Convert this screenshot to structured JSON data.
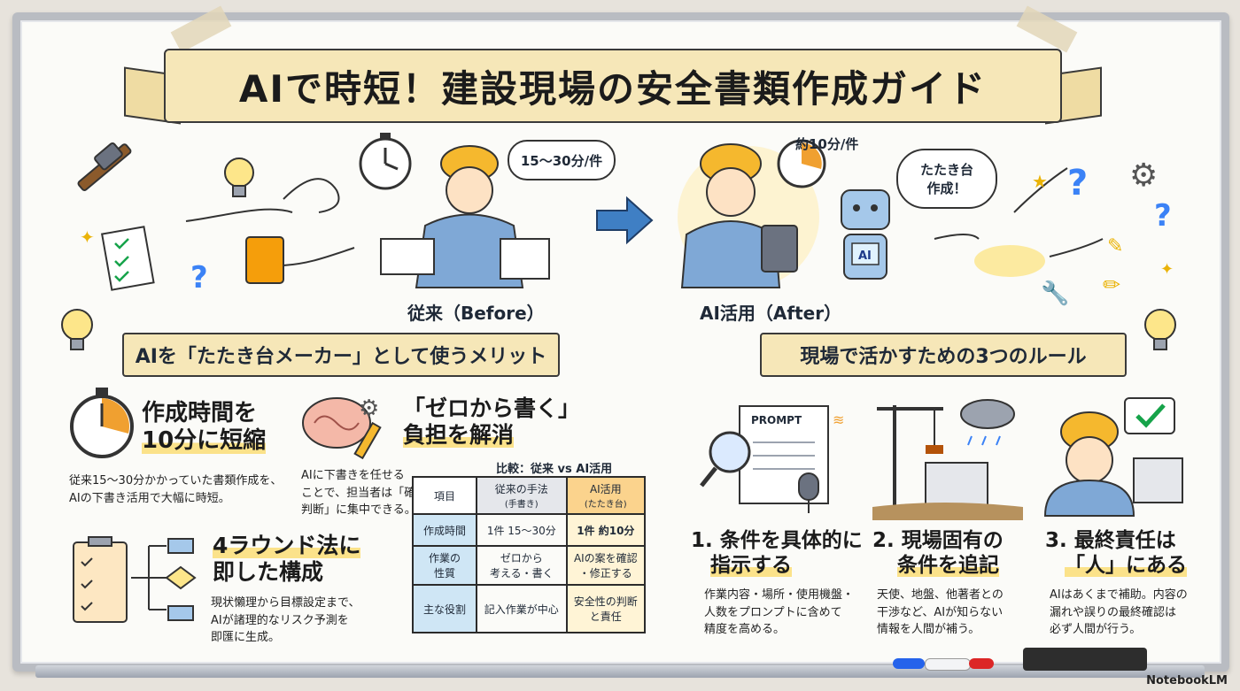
{
  "title": "AIで時短！建設現場の安全書類作成ガイド",
  "before": {
    "bubble": "15〜30分/件",
    "label": "従来（Before）"
  },
  "after": {
    "time": "約10分/件",
    "bubble_line1": "たたき台",
    "bubble_line2": "作成！",
    "label": "AI活用（After）",
    "robot_text": "AI"
  },
  "merits": {
    "section_title": "AIを「たたき台メーカー」として使うメリット",
    "item1": {
      "title_line1": "作成時間を",
      "title_line2": "10分に短縮",
      "desc_line1": "従来15〜30分かかっていた書類作成を、",
      "desc_line2": "AIの下書き活用で大幅に時短。"
    },
    "item2": {
      "title_line1": "「ゼロから書く」",
      "title_line2": "負担を解消",
      "desc_line1": "AIに下書きを任せる",
      "desc_line2": "ことで、担当者は「確",
      "desc_line3": "判断」に集中できる。"
    },
    "item3": {
      "title_line1": "4ラウンド法に",
      "title_line2": "即した構成",
      "desc_line1": "現状懶理から目標設定まで、",
      "desc_line2": "AIが諸理的なリスク予測を",
      "desc_line3": "即匯に生成。"
    }
  },
  "comparison": {
    "caption": "比較：従来 vs AI活用",
    "headers": [
      "項目",
      "従来の手法",
      "(手書き)",
      "AI活用",
      "(たたき台)"
    ],
    "rows": [
      {
        "item": "作成時間",
        "before": "1件 15〜30分",
        "after": "1件 約10分"
      },
      {
        "item_line1": "作業の",
        "item_line2": "性質",
        "before_line1": "ゼロから",
        "before_line2": "考える・書く",
        "after_line1": "AIの案を確認",
        "after_line2": "・修正する"
      },
      {
        "item": "主な役割",
        "before": "記入作業が中心",
        "after_line1": "安全性の判断",
        "after_line2": "と責任"
      }
    ]
  },
  "rules": {
    "section_title": "現場で活かすための3つのルール",
    "prompt_card": "PROMPT",
    "rule1": {
      "title_line1": "1. 条件を具体的に",
      "title_line2": "指示する",
      "desc_line1": "作業内容・場所・使用機盤・",
      "desc_line2": "人数をプロンプトに含めて",
      "desc_line3": "精度を高める。"
    },
    "rule2": {
      "title_line1": "2. 現場固有の",
      "title_line2": "条件を追記",
      "desc_line1": "天使、地盤、他著者との",
      "desc_line2": "干渉など、AIが知らない",
      "desc_line3": "情報を人間が補う。"
    },
    "rule3": {
      "title_line1": "3. 最終責任は",
      "title_line2": "「人」にある",
      "desc_line1": "AIはあくまで補助。内容の",
      "desc_line2": "漏れや誤りの最終確認は",
      "desc_line3": "必ず人間が行う。"
    }
  },
  "brand": "NotebookLM",
  "colors": {
    "banner": "#f6e7b8",
    "helmet": "#f5b82e",
    "uniform": "#7fa8d6",
    "accent": "#f0a030",
    "table_blue": "#cfe6f5",
    "table_orange": "#fbd38d"
  }
}
